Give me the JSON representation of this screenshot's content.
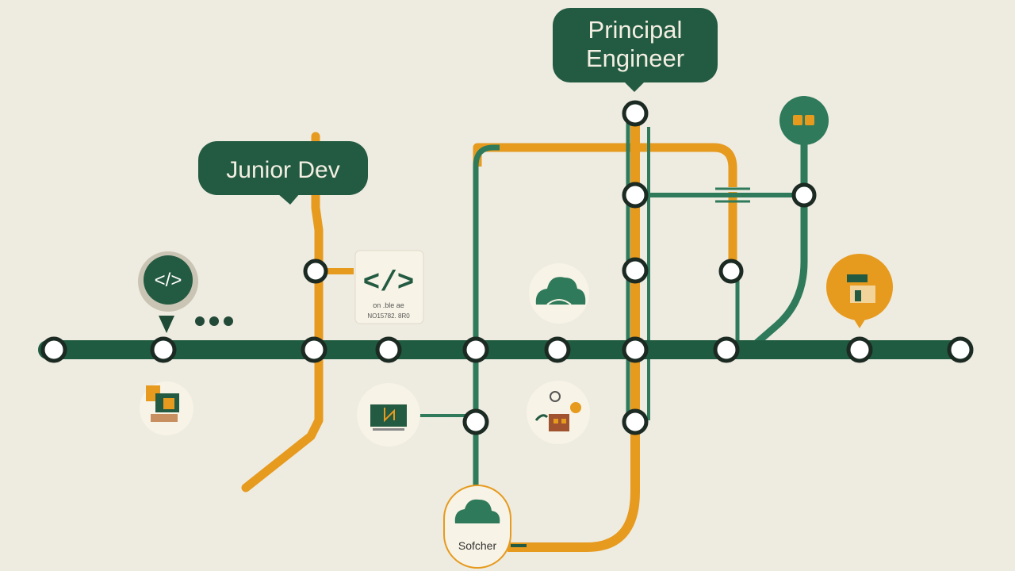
{
  "labels": {
    "junior": "Junior Dev",
    "principal_line1": "Principal",
    "principal_line2": "Engineer",
    "code_symbol": "</>",
    "code_card_line1": "on .ble ae",
    "code_card_line2": "NO15782. 8R0",
    "bottom_card": "Sofcher"
  },
  "colors": {
    "background": "#eeebe0",
    "green": "#235a42",
    "line_green": "#2e7a5a",
    "orange": "#e69a1e",
    "station_fill": "#ffffff",
    "card": "#f7f3e6"
  },
  "icons": [
    "code-icon",
    "ellipsis-icon",
    "cloud-icon",
    "briefcase-icon",
    "monitor-icon",
    "team-icon",
    "mug-icon",
    "career-icon"
  ]
}
